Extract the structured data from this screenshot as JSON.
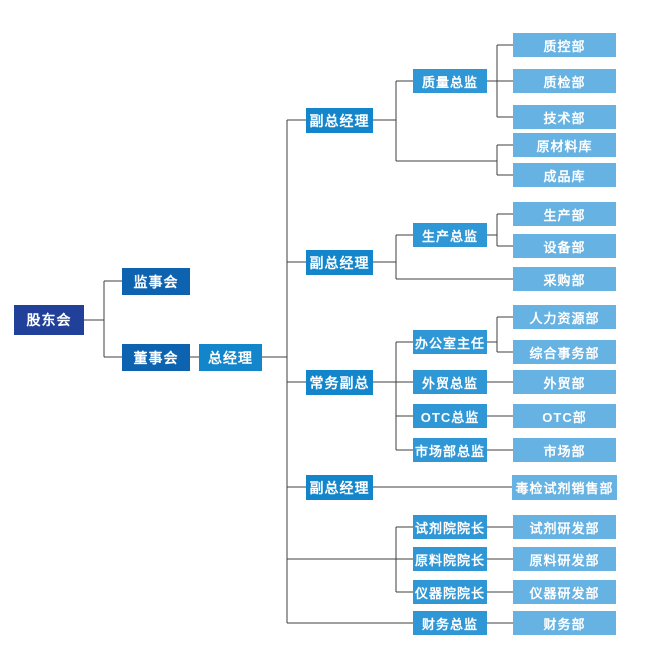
{
  "diagram": {
    "type": "org-chart",
    "background": "#ffffff",
    "connector_color": "#3f3f3f",
    "levels": {
      "root": {
        "color": "#21409a"
      },
      "board": {
        "color": "#0d63b0"
      },
      "exec": {
        "color": "#1385cb"
      },
      "director": {
        "color": "#3097d6"
      },
      "dept": {
        "color": "#66b2e2"
      }
    },
    "nodes": [
      {
        "id": "shareholders",
        "label": "股东会",
        "level": "root",
        "parent_id": null
      },
      {
        "id": "supervisory-board",
        "label": "监事会",
        "level": "board",
        "parent_id": "shareholders"
      },
      {
        "id": "board-of-directors",
        "label": "董事会",
        "level": "board",
        "parent_id": "shareholders"
      },
      {
        "id": "general-manager",
        "label": "总经理",
        "level": "exec",
        "parent_id": "board-of-directors"
      },
      {
        "id": "vgm-quality",
        "label": "副总经理",
        "level": "exec",
        "parent_id": "general-manager"
      },
      {
        "id": "dir-quality",
        "label": "质量总监",
        "level": "director",
        "parent_id": "vgm-quality"
      },
      {
        "id": "dept-qc",
        "label": "质控部",
        "level": "dept",
        "parent_id": "dir-quality"
      },
      {
        "id": "dept-qi",
        "label": "质检部",
        "level": "dept",
        "parent_id": "dir-quality"
      },
      {
        "id": "dept-tech",
        "label": "技术部",
        "level": "dept",
        "parent_id": "dir-quality"
      },
      {
        "id": "dept-raw-store",
        "label": "原材料库",
        "level": "dept",
        "parent_id": "vgm-quality"
      },
      {
        "id": "dept-finished-store",
        "label": "成品库",
        "level": "dept",
        "parent_id": "vgm-quality"
      },
      {
        "id": "vgm-production",
        "label": "副总经理",
        "level": "exec",
        "parent_id": "general-manager"
      },
      {
        "id": "dir-production",
        "label": "生产总监",
        "level": "director",
        "parent_id": "vgm-production"
      },
      {
        "id": "dept-production",
        "label": "生产部",
        "level": "dept",
        "parent_id": "dir-production"
      },
      {
        "id": "dept-equipment",
        "label": "设备部",
        "level": "dept",
        "parent_id": "dir-production"
      },
      {
        "id": "dept-purchasing",
        "label": "采购部",
        "level": "dept",
        "parent_id": "vgm-production"
      },
      {
        "id": "executive-vgm",
        "label": "常务副总",
        "level": "exec",
        "parent_id": "general-manager"
      },
      {
        "id": "dir-office",
        "label": "办公室主任",
        "level": "director",
        "parent_id": "executive-vgm"
      },
      {
        "id": "dept-hr",
        "label": "人力资源部",
        "level": "dept",
        "parent_id": "dir-office"
      },
      {
        "id": "dept-general-affairs",
        "label": "综合事务部",
        "level": "dept",
        "parent_id": "dir-office"
      },
      {
        "id": "dir-foreign-trade",
        "label": "外贸总监",
        "level": "director",
        "parent_id": "executive-vgm"
      },
      {
        "id": "dept-foreign-trade",
        "label": "外贸部",
        "level": "dept",
        "parent_id": "dir-foreign-trade"
      },
      {
        "id": "dir-otc",
        "label": "OTC总监",
        "level": "director",
        "parent_id": "executive-vgm"
      },
      {
        "id": "dept-otc",
        "label": "OTC部",
        "level": "dept",
        "parent_id": "dir-otc"
      },
      {
        "id": "dir-marketing",
        "label": "市场部总监",
        "level": "director",
        "parent_id": "executive-vgm"
      },
      {
        "id": "dept-marketing",
        "label": "市场部",
        "level": "dept",
        "parent_id": "dir-marketing"
      },
      {
        "id": "vgm-sales",
        "label": "副总经理",
        "level": "exec",
        "parent_id": "general-manager"
      },
      {
        "id": "dept-tox-sales",
        "label": "毒检试剂销售部",
        "level": "dept",
        "parent_id": "vgm-sales"
      },
      {
        "id": "dean-reagent",
        "label": "试剂院院长",
        "level": "director",
        "parent_id": "general-manager"
      },
      {
        "id": "dept-reagent-rd",
        "label": "试剂研发部",
        "level": "dept",
        "parent_id": "dean-reagent"
      },
      {
        "id": "dean-material",
        "label": "原料院院长",
        "level": "director",
        "parent_id": "general-manager"
      },
      {
        "id": "dept-material-rd",
        "label": "原料研发部",
        "level": "dept",
        "parent_id": "dean-material"
      },
      {
        "id": "dean-instrument",
        "label": "仪器院院长",
        "level": "director",
        "parent_id": "general-manager"
      },
      {
        "id": "dept-instrument-rd",
        "label": "仪器研发部",
        "level": "dept",
        "parent_id": "dean-instrument"
      },
      {
        "id": "dir-finance",
        "label": "财务总监",
        "level": "director",
        "parent_id": "general-manager"
      },
      {
        "id": "dept-finance",
        "label": "财务部",
        "level": "dept",
        "parent_id": "dir-finance"
      }
    ]
  }
}
